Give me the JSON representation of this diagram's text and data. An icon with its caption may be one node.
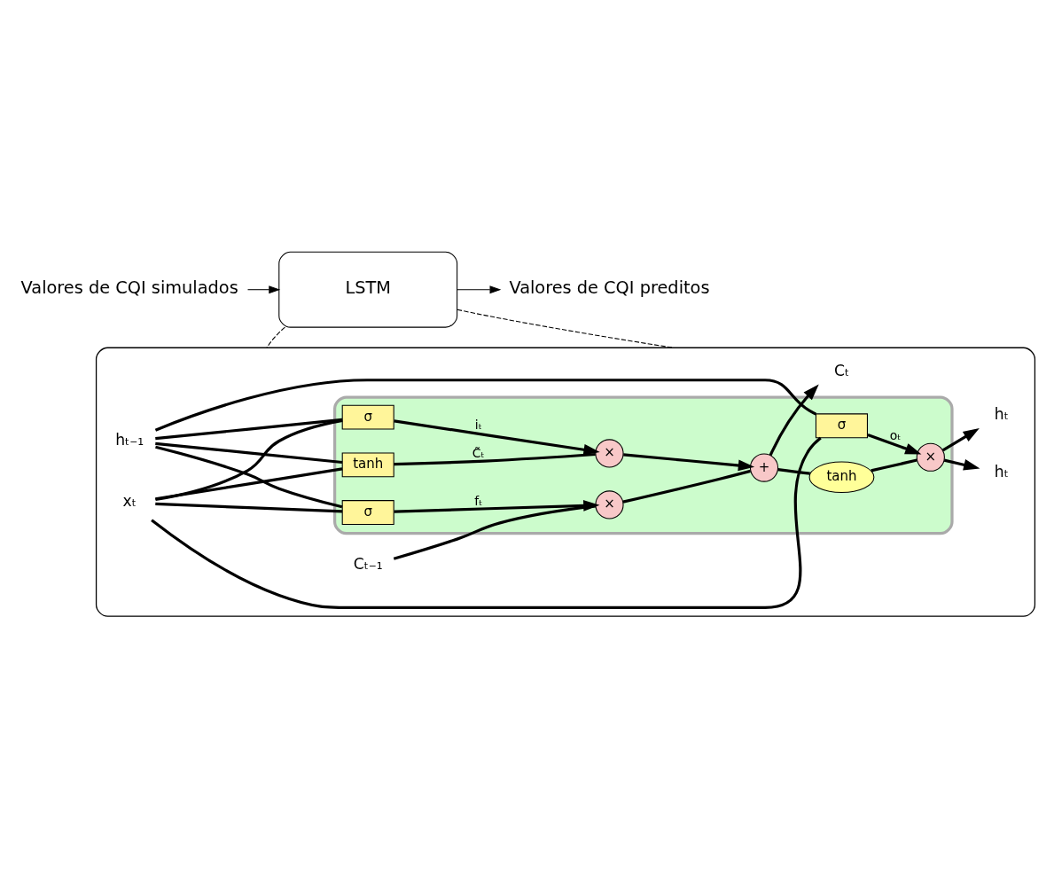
{
  "diagram": {
    "nodes": [
      {
        "text": [
          "Valores de CQI simulados"
        ]
      },
      {
        "text": [
          "LSTM"
        ]
      },
      {
        "text": [
          "Valores de CQI preditos"
        ]
      },
      {
        "text": [],
        "shape": "box"
      },
      {
        "text": [],
        "shape": "box",
        "in": 3
      },
      {
        "text": [
          "×"
        ],
        "in": 4
      },
      {
        "text": [
          "+"
        ],
        "in": 4
      },
      {
        "text": [
          "×"
        ],
        "in": 4
      },
      {
        "text": [
          "×"
        ],
        "in": 4
      },
      {
        "text": [
          "tanh"
        ],
        "in": 4
      },
      {
        "text": [
          "σ"
        ],
        "in": 4
      },
      {
        "text": [
          "σ"
        ],
        "in": 4
      },
      {
        "text": [
          "tanh"
        ],
        "in": 4
      },
      {
        "text": [
          "σ"
        ],
        "in": 4
      },
      {
        "text": [
          "Cₜ₋₁"
        ],
        "in": 3
      },
      {
        "text": [
          "Cₜ"
        ],
        "in": 3
      },
      {
        "text": [
          "hₜ₋₁"
        ],
        "in": 3
      },
      {
        "text": [
          "hₜ"
        ],
        "in": 3
      },
      {
        "text": [
          "hₜ"
        ],
        "in": 3
      },
      {
        "text": [
          "xₜ"
        ],
        "in": 3
      }
    ],
    "edges": [
      {
        "from": 0,
        "to": 1,
        "arrow": "to"
      },
      {
        "from": 1,
        "to": 2,
        "arrow": "to"
      },
      {
        "from": 1,
        "to": 3,
        "arrow": "none",
        "style": "dashed"
      },
      {
        "from": 1,
        "to": 3,
        "arrow": "none",
        "style": "dashed"
      },
      {
        "from": 14,
        "to": 5,
        "arrow": "none"
      },
      {
        "from": 5,
        "to": 6,
        "arrow": "none"
      },
      {
        "from": 6,
        "to": 15,
        "arrow": "to"
      },
      {
        "from": 6,
        "to": 9,
        "arrow": "none"
      },
      {
        "from": 9,
        "to": 8,
        "arrow": "none"
      },
      {
        "from": 10,
        "to": 5,
        "arrow": "to",
        "label": "fₜ"
      },
      {
        "from": 11,
        "to": 7,
        "arrow": "to",
        "label": "iₜ"
      },
      {
        "from": 12,
        "to": 7,
        "arrow": "none",
        "label": "C̃ₜ"
      },
      {
        "from": 7,
        "to": 6,
        "arrow": "to"
      },
      {
        "from": 13,
        "to": 8,
        "arrow": "to",
        "label": "oₜ"
      },
      {
        "from": 16,
        "to": 10,
        "arrow": "none"
      },
      {
        "from": 16,
        "to": 11,
        "arrow": "none"
      },
      {
        "from": 16,
        "to": 12,
        "arrow": "none"
      },
      {
        "from": 16,
        "to": 13,
        "arrow": "none"
      },
      {
        "from": 19,
        "to": 10,
        "arrow": "none"
      },
      {
        "from": 19,
        "to": 11,
        "arrow": "none"
      },
      {
        "from": 19,
        "to": 12,
        "arrow": "none"
      },
      {
        "from": 19,
        "to": 13,
        "arrow": "none"
      },
      {
        "from": 8,
        "to": 17,
        "arrow": "to"
      },
      {
        "from": 8,
        "to": 18,
        "arrow": "to"
      }
    ]
  }
}
